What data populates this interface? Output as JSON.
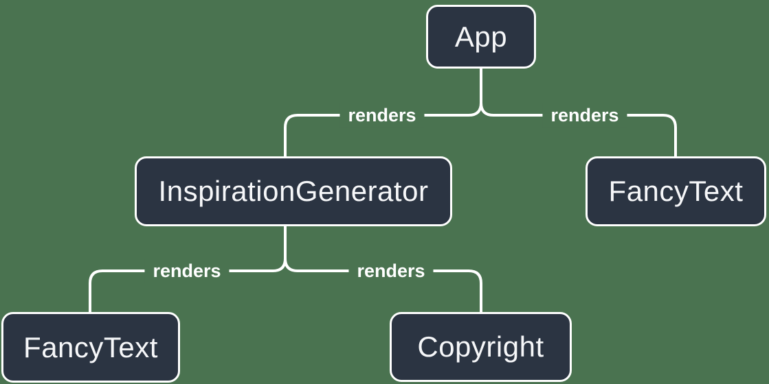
{
  "diagram": {
    "colors": {
      "background": "#4A7350",
      "node_fill": "#2B3442",
      "node_border": "#FFFFFF",
      "line": "#FFFFFF",
      "text": "#F6F7F9"
    },
    "nodes": [
      {
        "id": "app",
        "label": "App"
      },
      {
        "id": "inspiration-generator",
        "label": "InspirationGenerator"
      },
      {
        "id": "fancy-text-top",
        "label": "FancyText"
      },
      {
        "id": "fancy-text-bottom",
        "label": "FancyText"
      },
      {
        "id": "copyright",
        "label": "Copyright"
      }
    ],
    "edges": [
      {
        "from": "App",
        "to": "InspirationGenerator",
        "label": "renders"
      },
      {
        "from": "App",
        "to": "FancyText",
        "label": "renders"
      },
      {
        "from": "InspirationGenerator",
        "to": "FancyText",
        "label": "renders"
      },
      {
        "from": "InspirationGenerator",
        "to": "Copyright",
        "label": "renders"
      }
    ]
  }
}
